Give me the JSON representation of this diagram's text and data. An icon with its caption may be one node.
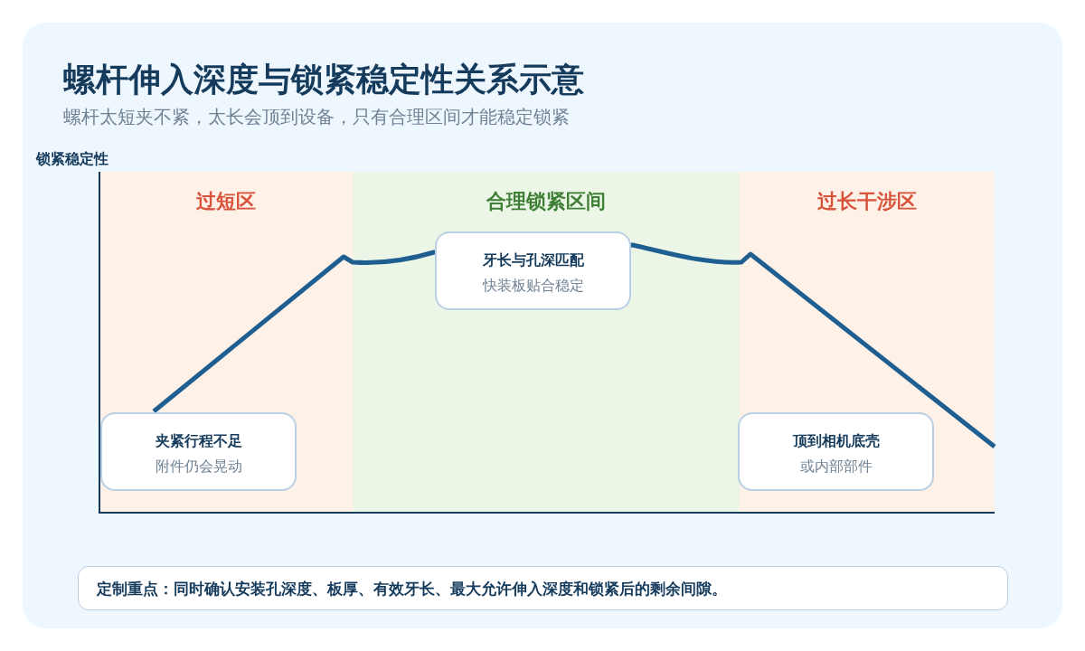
{
  "diagram": {
    "title": "螺杆伸入深度与锁紧稳定性关系示意",
    "nodes": [
      {
        "text": [
          "过短区"
        ]
      },
      {
        "text": [
          "夹紧行程不足",
          "附件仍会晃动"
        ],
        "in": 0
      },
      {
        "text": [
          "合理锁紧区间"
        ]
      },
      {
        "text": [
          "牙长与孔深匹配",
          "快装板贴合稳定"
        ],
        "in": 2
      },
      {
        "text": [
          "过长干涉区"
        ]
      },
      {
        "text": [
          "顶到相机底壳",
          "或内部部件"
        ],
        "in": 4
      },
      {
        "text": [
          "定制重点：同时确认安装孔深度、板厚、有效牙长、最大允许伸入深度和锁紧后的剩余间隙。"
        ]
      }
    ],
    "edges": [],
    "labels": [
      "螺杆太短夹不紧，太长会顶到设备，只有合理区间才能稳定锁紧",
      "锁紧稳定性"
    ]
  }
}
